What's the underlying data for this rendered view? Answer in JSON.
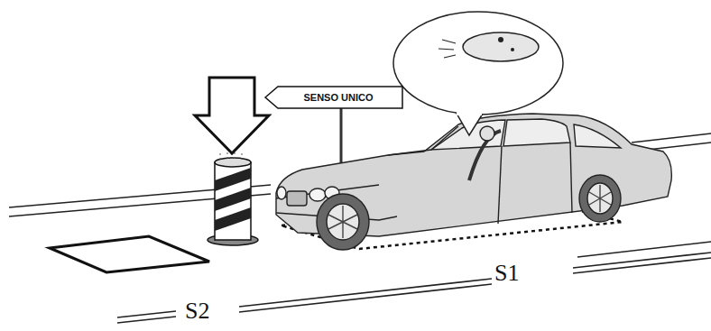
{
  "diagram": {
    "nodes": [
      {
        "text": [
          "SENSO UNICO"
        ]
      }
    ],
    "labels": [
      "S1",
      "S2"
    ]
  }
}
